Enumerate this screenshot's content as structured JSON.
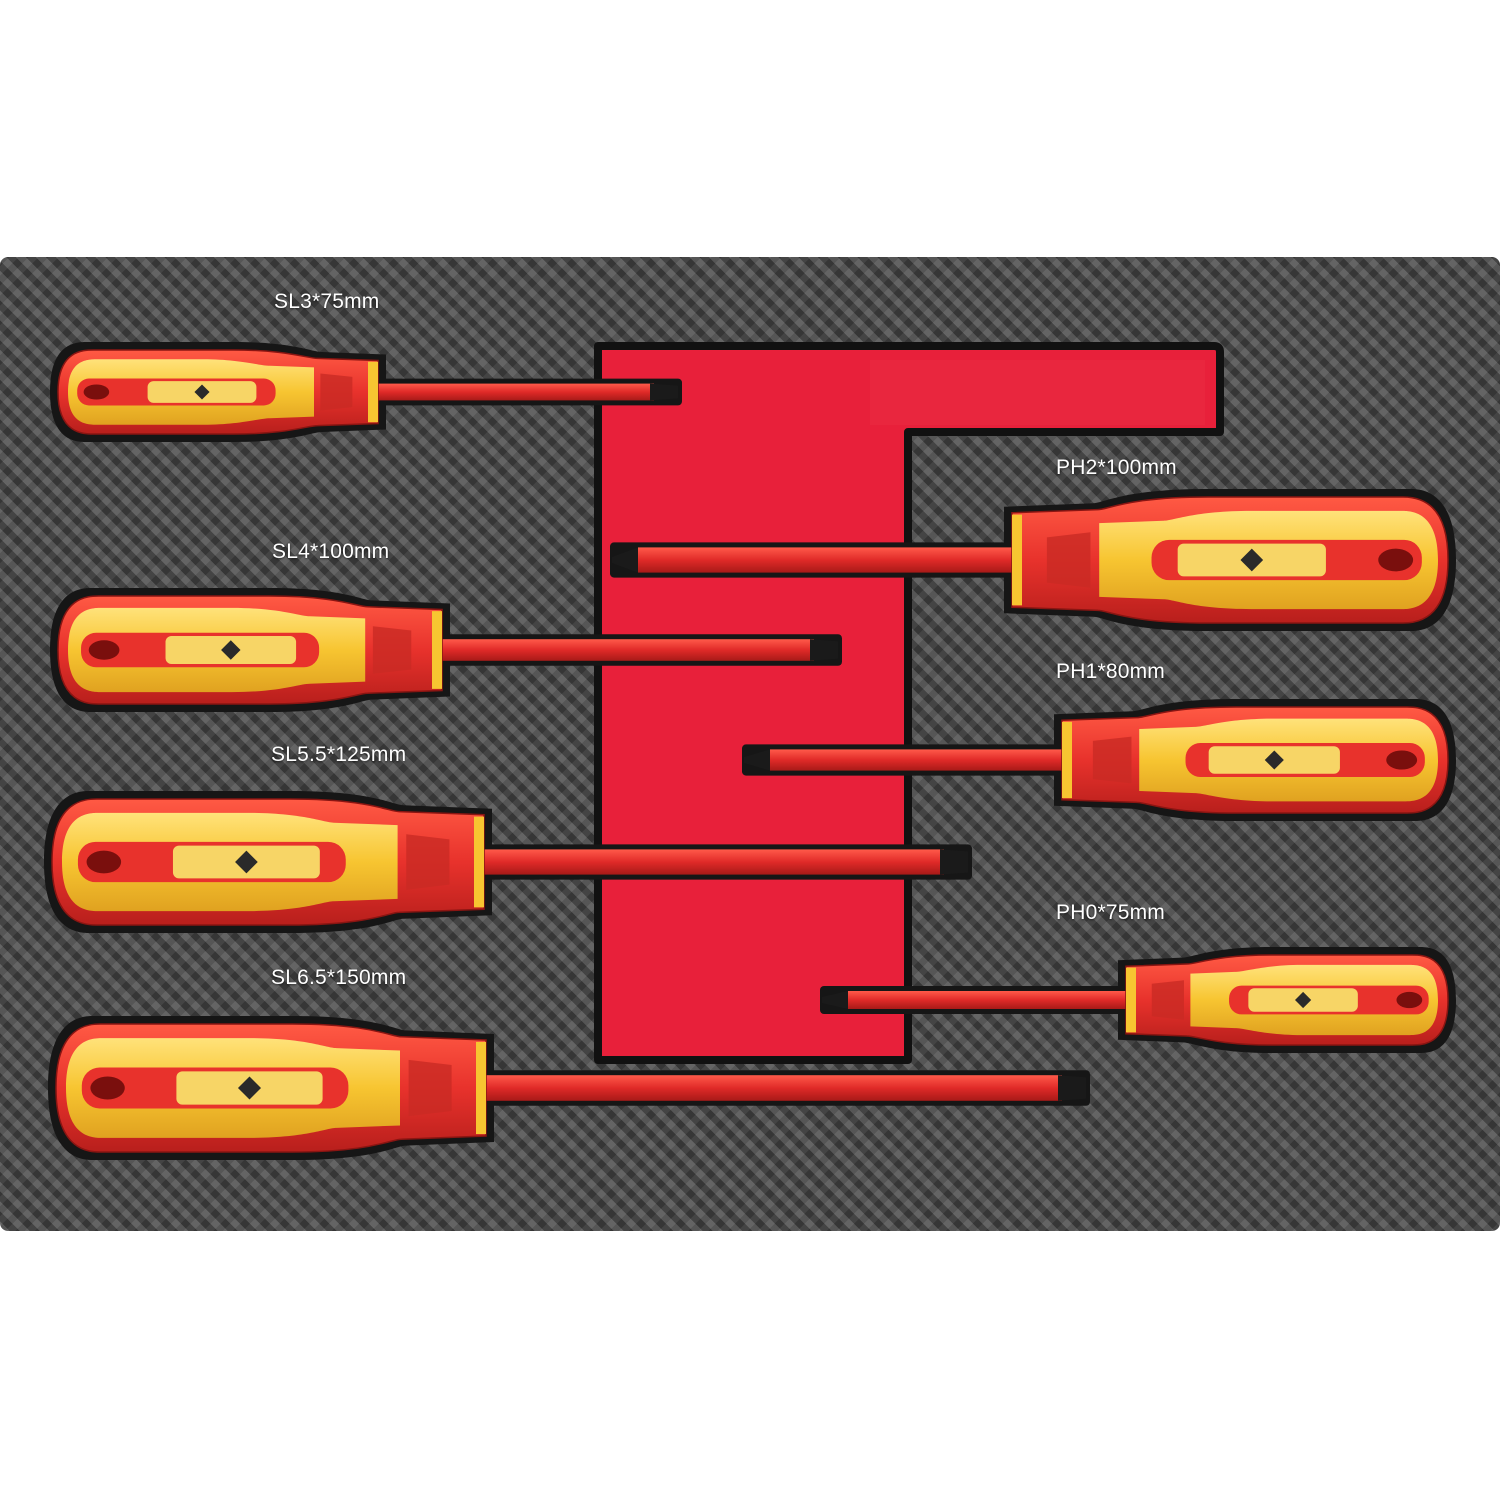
{
  "tools": [
    {
      "label": "SL3*75mm",
      "type": "slotted"
    },
    {
      "label": "SL4*100mm",
      "type": "slotted"
    },
    {
      "label": "SL5.5*125mm",
      "type": "slotted"
    },
    {
      "label": "SL6.5*150mm",
      "type": "slotted"
    },
    {
      "label": "PH2*100mm",
      "type": "phillips"
    },
    {
      "label": "PH1*80mm",
      "type": "phillips"
    },
    {
      "label": "PH0*75mm",
      "type": "phillips"
    }
  ],
  "colors": {
    "handle_red": "#e8322c",
    "handle_yellow": "#f7c531",
    "insert_red": "#e8203a",
    "foam_black": "#161616",
    "tray_gray": "#4a4a4a"
  }
}
